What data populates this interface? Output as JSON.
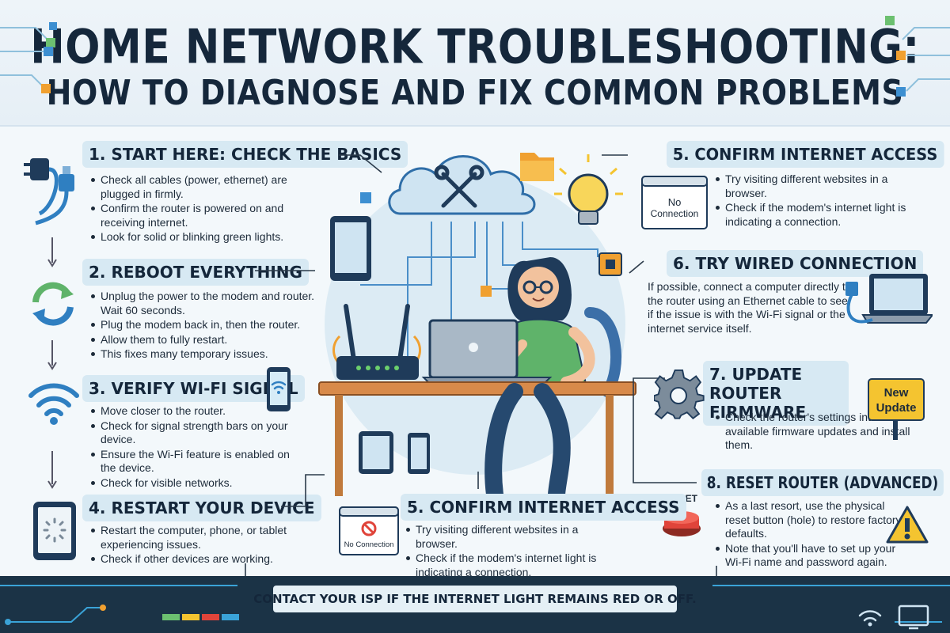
{
  "title": {
    "line1": "HOME NETWORK TROUBLESHOOTING:",
    "line2": "HOW TO DIAGNOSE AND FIX COMMON PROBLEMS"
  },
  "steps": {
    "basics": {
      "heading": "1. START HERE: CHECK THE BASICS",
      "bullets": [
        "Check all cables (power, ethernet) are plugged in firmly.",
        "Confirm the router is powered on and receiving internet.",
        "Look for solid or blinking green lights."
      ]
    },
    "reboot": {
      "heading": "2. REBOOT EVERYTHING",
      "bullets": [
        "Unplug the power to the modem and router. Wait 60 seconds.",
        "Plug the modem back in, then the router.",
        "Allow them to fully restart.",
        "This fixes many temporary issues."
      ]
    },
    "wifi": {
      "heading": "3. VERIFY WI-FI SIGNAL",
      "bullets": [
        "Move closer to the router.",
        "Check for signal strength bars on your device.",
        "Ensure the Wi-Fi feature is enabled on the device.",
        "Check for visible networks."
      ]
    },
    "restart": {
      "heading": "4. RESTART YOUR DEVICE",
      "bullets": [
        "Restart the computer, phone, or tablet experiencing issues.",
        "Check if other devices are working."
      ]
    },
    "internet_top": {
      "heading": "5. CONFIRM INTERNET ACCESS",
      "bullets": [
        "Try visiting different websites in a browser.",
        "Check if the modem's internet light is indicating a connection."
      ]
    },
    "internet_bottom": {
      "heading": "5. CONFIRM INTERNET ACCESS",
      "bullets": [
        "Try visiting different websites in a browser.",
        "Check if the modem's internet light is indicating a connection."
      ]
    },
    "wired": {
      "heading": "6. TRY WIRED CONNECTION",
      "text": "If possible, connect a computer directly to the router using an Ethernet cable to see if the issue is with the Wi-Fi signal or the internet service itself."
    },
    "firmware": {
      "heading_line1": "7. UPDATE ROUTER",
      "heading_line2": "FIRMWARE",
      "bullets": [
        "Check the router's settings interface for available firmware updates and install them."
      ]
    },
    "reset": {
      "heading": "8. RESET ROUTER (ADVANCED)",
      "bullets": [
        "As a last resort, use the physical reset button (hole) to restore factory defaults.",
        "Note that you'll have to set up your Wi-Fi name and password again."
      ]
    }
  },
  "labels": {
    "no_connection_top_1": "No",
    "no_connection_top_2": "Connection",
    "no_connection_bottom": "No Connection",
    "reset_button": "RESET",
    "new_update_1": "New",
    "new_update_2": "Update"
  },
  "footer": {
    "text": "CONTACT YOUR ISP IF THE INTERNET LIGHT REMAINS RED OR OFF."
  },
  "colors": {
    "heading_bg": "#d7e9f3",
    "accent_blue": "#2f7fc1",
    "shirt_green": "#5fb36a",
    "footer_dark": "#1b3346",
    "alert_yellow": "#f4c430",
    "reset_red": "#e0443a"
  }
}
